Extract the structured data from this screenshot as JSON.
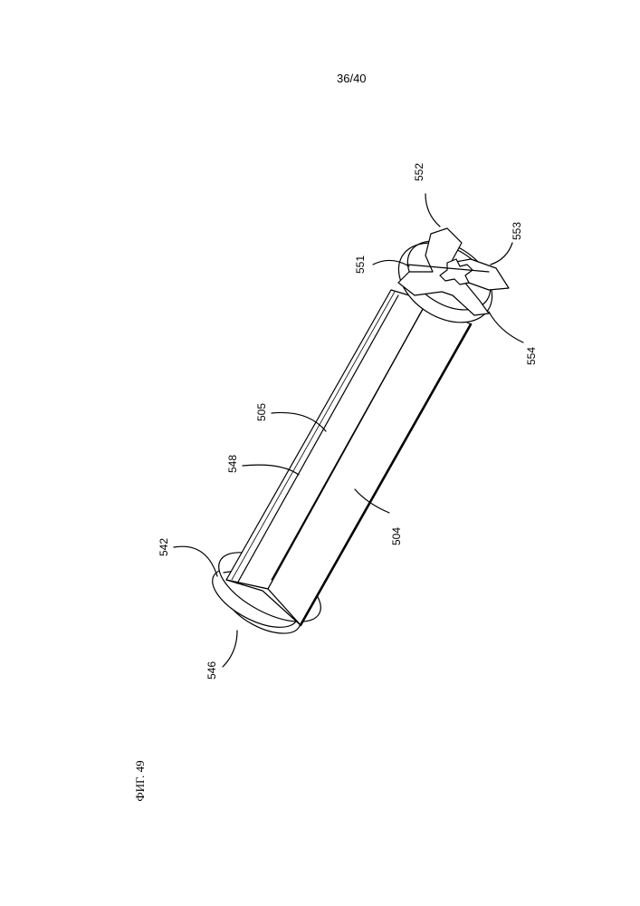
{
  "page_number": "36/40",
  "figure_caption": "ФИГ. 49",
  "reference_labels": {
    "r552": "552",
    "r553": "553",
    "r551": "551",
    "r554": "554",
    "r505": "505",
    "r548": "548",
    "r542": "542",
    "r504": "504",
    "r546": "546"
  },
  "colors": {
    "ink": "#000000",
    "paper": "#ffffff"
  }
}
